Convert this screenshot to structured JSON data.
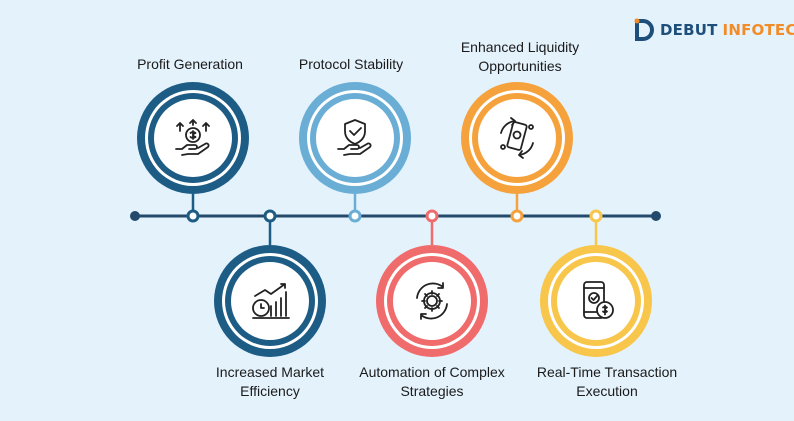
{
  "brand": {
    "name_part1": "DEBUT",
    "name_part2": "INFOTECH",
    "colors": {
      "navy": "#1e4f7a",
      "orange": "#f28c28"
    }
  },
  "stages": [
    {
      "label": "Profit Generation",
      "icon": "money-growth-hand-icon",
      "color": "#1d5c85",
      "position": "top"
    },
    {
      "label": "Increased Market Efficiency",
      "icon": "clock-bar-chart-icon",
      "color": "#1d5c85",
      "position": "bottom"
    },
    {
      "label": "Protocol Stability",
      "icon": "shield-hand-icon",
      "color": "#6aaed6",
      "position": "top"
    },
    {
      "label": "Automation of Complex Strategies",
      "icon": "gear-cycle-icon",
      "color": "#f06b6b",
      "position": "bottom"
    },
    {
      "label": "Enhanced Liquidity Opportunities",
      "icon": "phone-exchange-icon",
      "color": "#f5a23c",
      "position": "top"
    },
    {
      "label": "Real-Time Transaction Execution",
      "icon": "phone-coin-icon",
      "color": "#f7c64a",
      "position": "bottom"
    }
  ],
  "timeline_color": "#234a6a"
}
